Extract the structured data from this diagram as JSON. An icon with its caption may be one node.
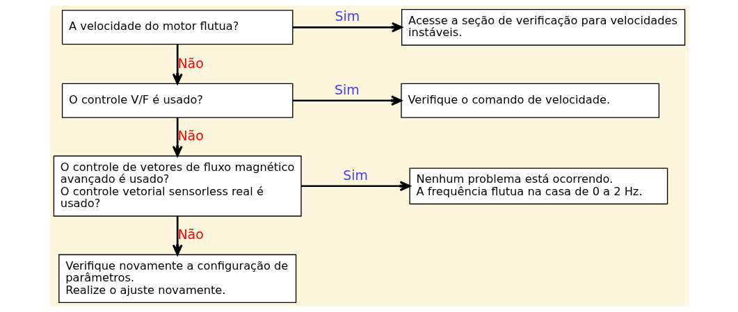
{
  "diagram": {
    "nodes": [
      {
        "text": [
          "A velocidade do motor flutua?"
        ]
      },
      {
        "text": [
          "Acesse a seção de verificação para velocidades instáveis."
        ]
      },
      {
        "text": [
          "O controle V/F é usado?"
        ]
      },
      {
        "text": [
          "Verifique o comando de velocidade."
        ]
      },
      {
        "text": [
          "O controle de vetores de fluxo magnético avançado é usado?",
          "O controle vetorial sensorless real é usado?"
        ]
      },
      {
        "text": [
          "Nenhum problema está ocorrendo.",
          "A frequência flutua na casa de 0 a 2 Hz."
        ]
      },
      {
        "text": [
          "Verifique novamente a configuração de parâmetros.",
          "Realize o ajuste novamente."
        ]
      }
    ],
    "edges": [
      {
        "from": 0,
        "to": 1,
        "arrow": "to",
        "label": "Sim"
      },
      {
        "from": 0,
        "to": 2,
        "arrow": "to",
        "label": "Não"
      },
      {
        "from": 2,
        "to": 3,
        "arrow": "to",
        "label": "Sim"
      },
      {
        "from": 2,
        "to": 4,
        "arrow": "to",
        "label": "Não"
      },
      {
        "from": 4,
        "to": 5,
        "arrow": "to",
        "label": "Sim"
      },
      {
        "from": 4,
        "to": 6,
        "arrow": "to",
        "label": "Não"
      }
    ]
  }
}
